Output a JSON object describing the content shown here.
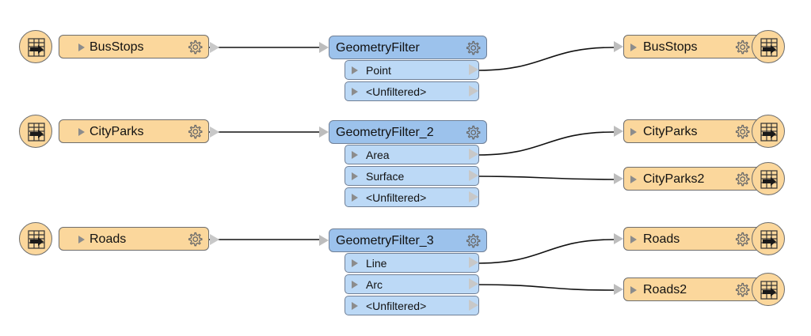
{
  "readers": [
    {
      "name": "BusStops"
    },
    {
      "name": "CityParks"
    },
    {
      "name": "Roads"
    }
  ],
  "filters": [
    {
      "name": "GeometryFilter",
      "ports": [
        "Point",
        "<Unfiltered>"
      ]
    },
    {
      "name": "GeometryFilter_2",
      "ports": [
        "Area",
        "Surface",
        "<Unfiltered>"
      ]
    },
    {
      "name": "GeometryFilter_3",
      "ports": [
        "Line",
        "Arc",
        "<Unfiltered>"
      ]
    }
  ],
  "writers": [
    {
      "name": "BusStops"
    },
    {
      "name": "CityParks"
    },
    {
      "name": "CityParks2"
    },
    {
      "name": "Roads"
    },
    {
      "name": "Roads2"
    }
  ],
  "colors": {
    "feature_type": "#fbd79c",
    "transformer_header": "#9cc2ec",
    "transformer_port": "#bcd9f6",
    "connection": "#111111"
  },
  "icons": {
    "reader": "table-arrow-in-icon",
    "writer": "table-arrow-out-icon",
    "parameters": "gear-icon",
    "port": "triangle-right-icon"
  }
}
